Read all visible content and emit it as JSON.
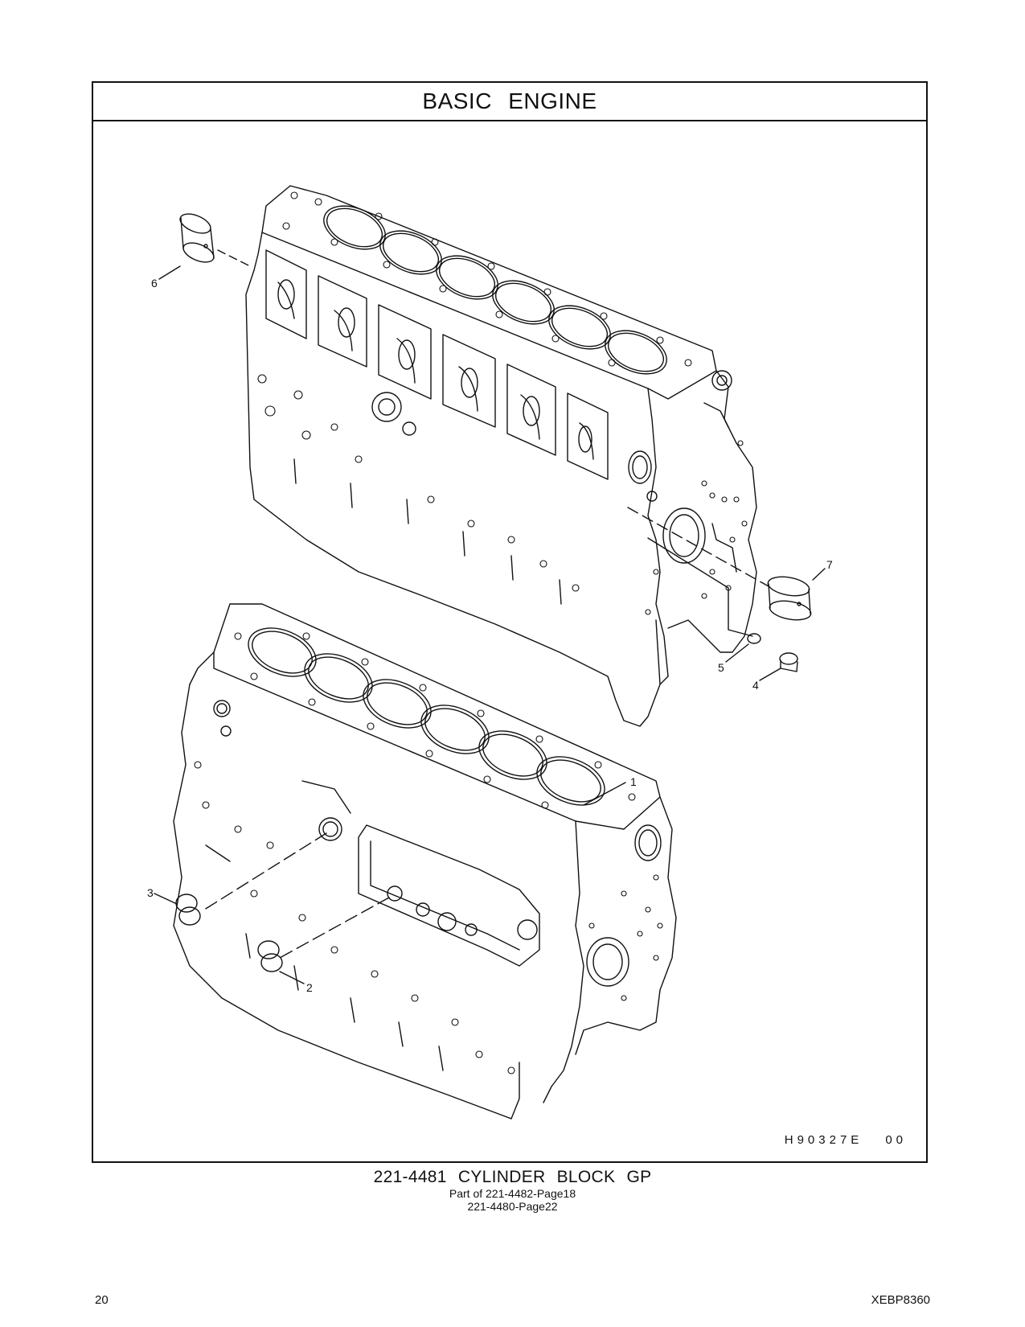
{
  "header": {
    "title": "BASIC   ENGINE"
  },
  "illustration": {
    "callouts": [
      "1",
      "2",
      "3",
      "4",
      "5",
      "6",
      "7"
    ],
    "reference_code": "H90327E",
    "revision": "00"
  },
  "caption": {
    "title": "221-4481   CYLINDER  BLOCK  GP",
    "part_of": "Part of 221-4482-Page18",
    "also": "221-4480-Page22"
  },
  "footer": {
    "page_number": "20",
    "document_number": "XEBP8360"
  }
}
